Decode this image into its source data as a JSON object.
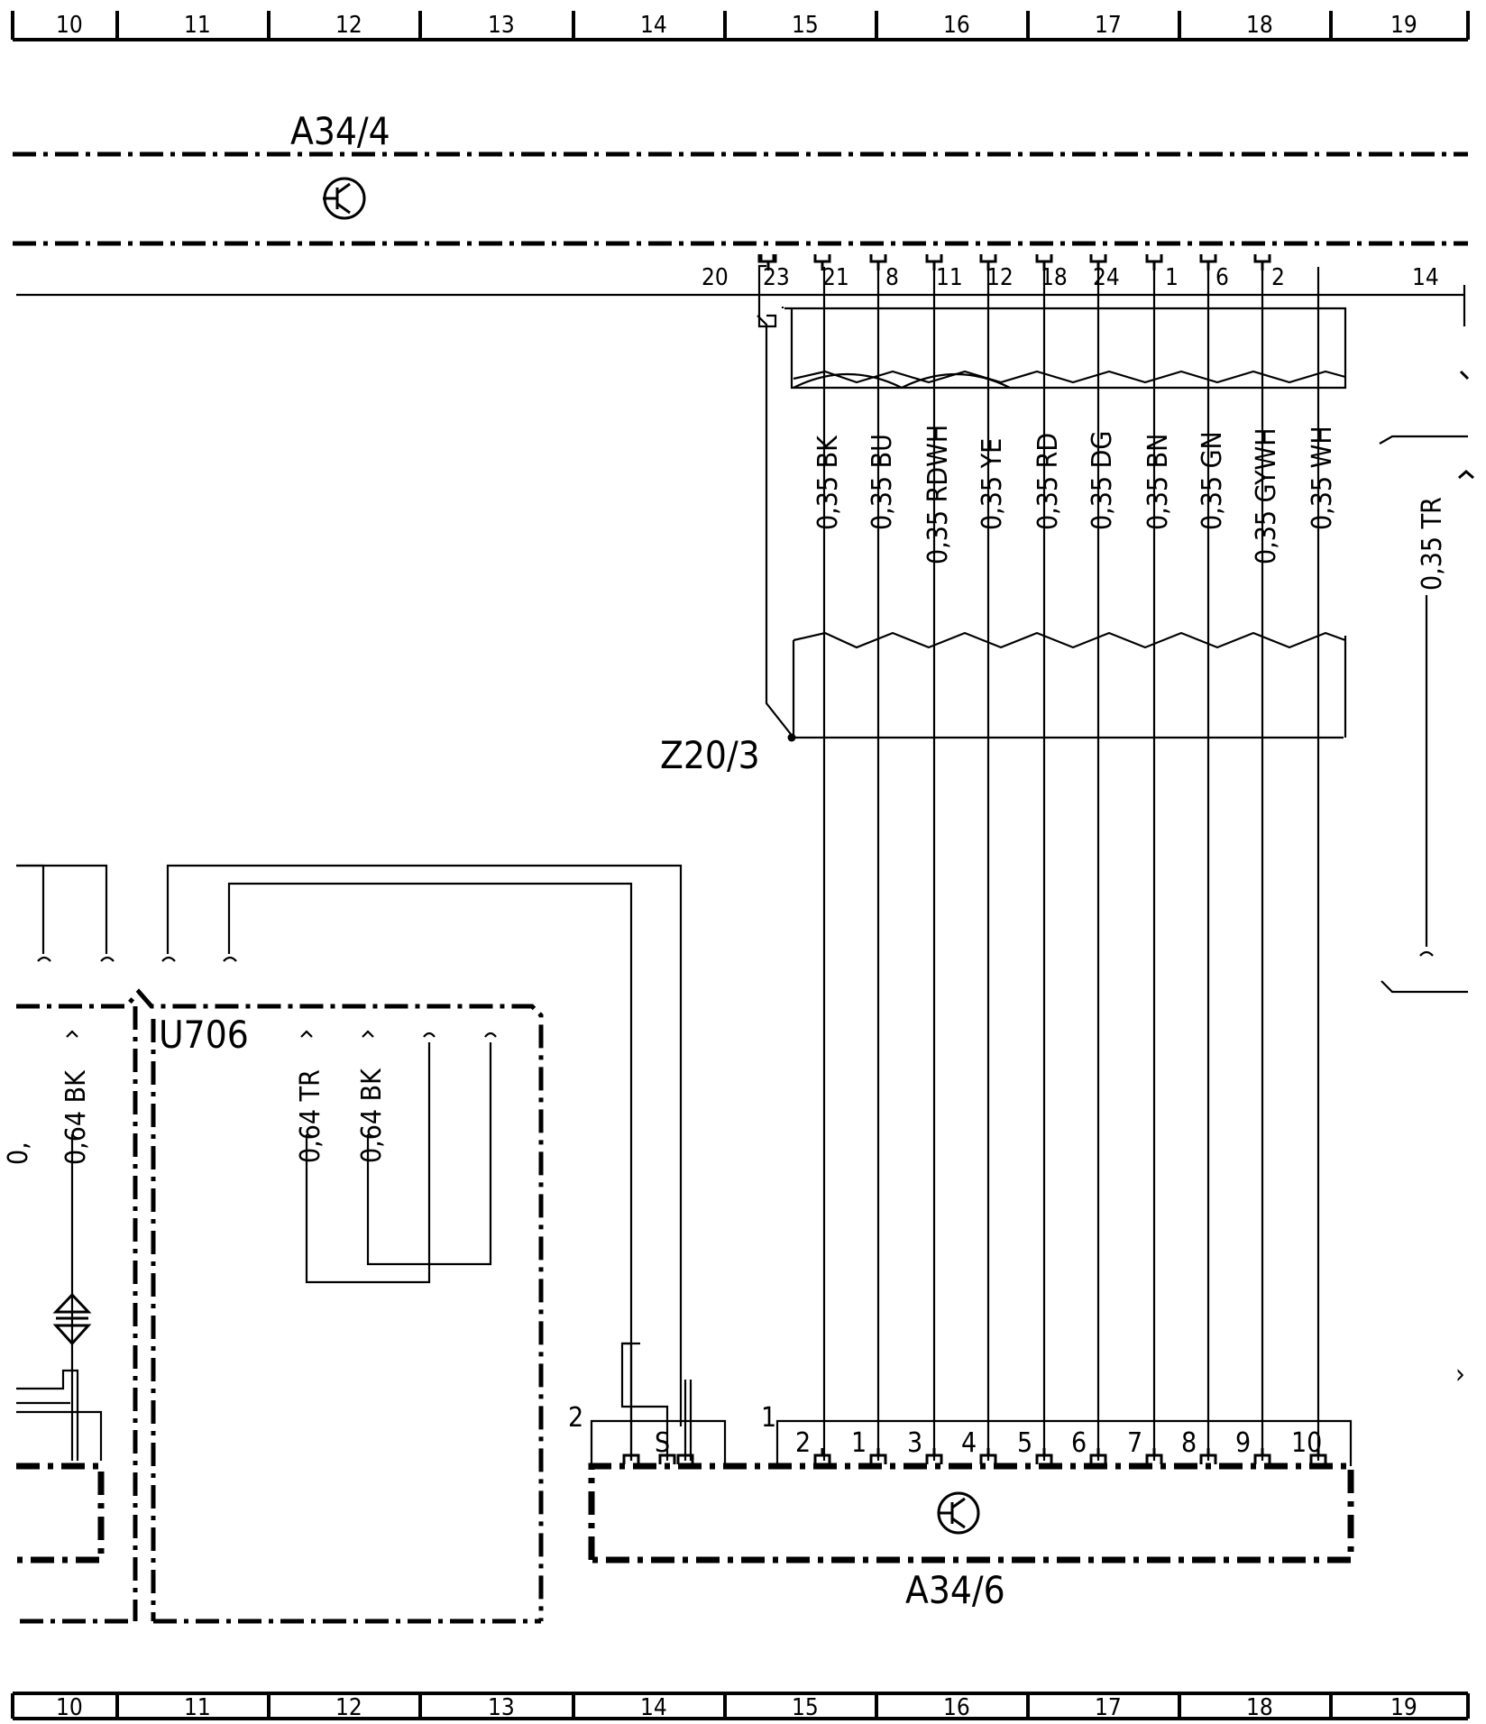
{
  "grid": {
    "top_columns": [
      "10",
      "11",
      "12",
      "13",
      "14",
      "15",
      "16",
      "17",
      "18",
      "19"
    ],
    "bottom_columns": [
      "10",
      "11",
      "12",
      "13",
      "14",
      "15",
      "16",
      "17",
      "18",
      "19"
    ]
  },
  "components": {
    "a34_4": {
      "label": "A34/4",
      "connector_pins": [
        "20",
        "23",
        "21",
        "8",
        "11",
        "12",
        "18",
        "24",
        "1",
        "6",
        "2",
        "14"
      ]
    },
    "z20_3": {
      "label": "Z20/3"
    },
    "u706": {
      "label": "U706"
    },
    "a34_6": {
      "label": "A34/6",
      "connector_left_label": "2",
      "connector_right_label": "1",
      "shield_pin": "S",
      "pins": [
        "2",
        "1",
        "3",
        "4",
        "5",
        "6",
        "7",
        "8",
        "9",
        "10"
      ]
    }
  },
  "wires": [
    "0,35 BK",
    "0,35 BU",
    "0,35 RDWH",
    "0,35 YE",
    "0,35 RD",
    "0,35 DG",
    "0,35 BN",
    "0,35 GN",
    "0,35 GYWH",
    "0,35 WH"
  ],
  "side_wire": "0,35 TR",
  "u706_wires": [
    "0,64 TR",
    "0,64 BK"
  ],
  "left_wire": "0,64 BK",
  "left_partial_text": "0,",
  "edge_marks": [
    "›"
  ]
}
